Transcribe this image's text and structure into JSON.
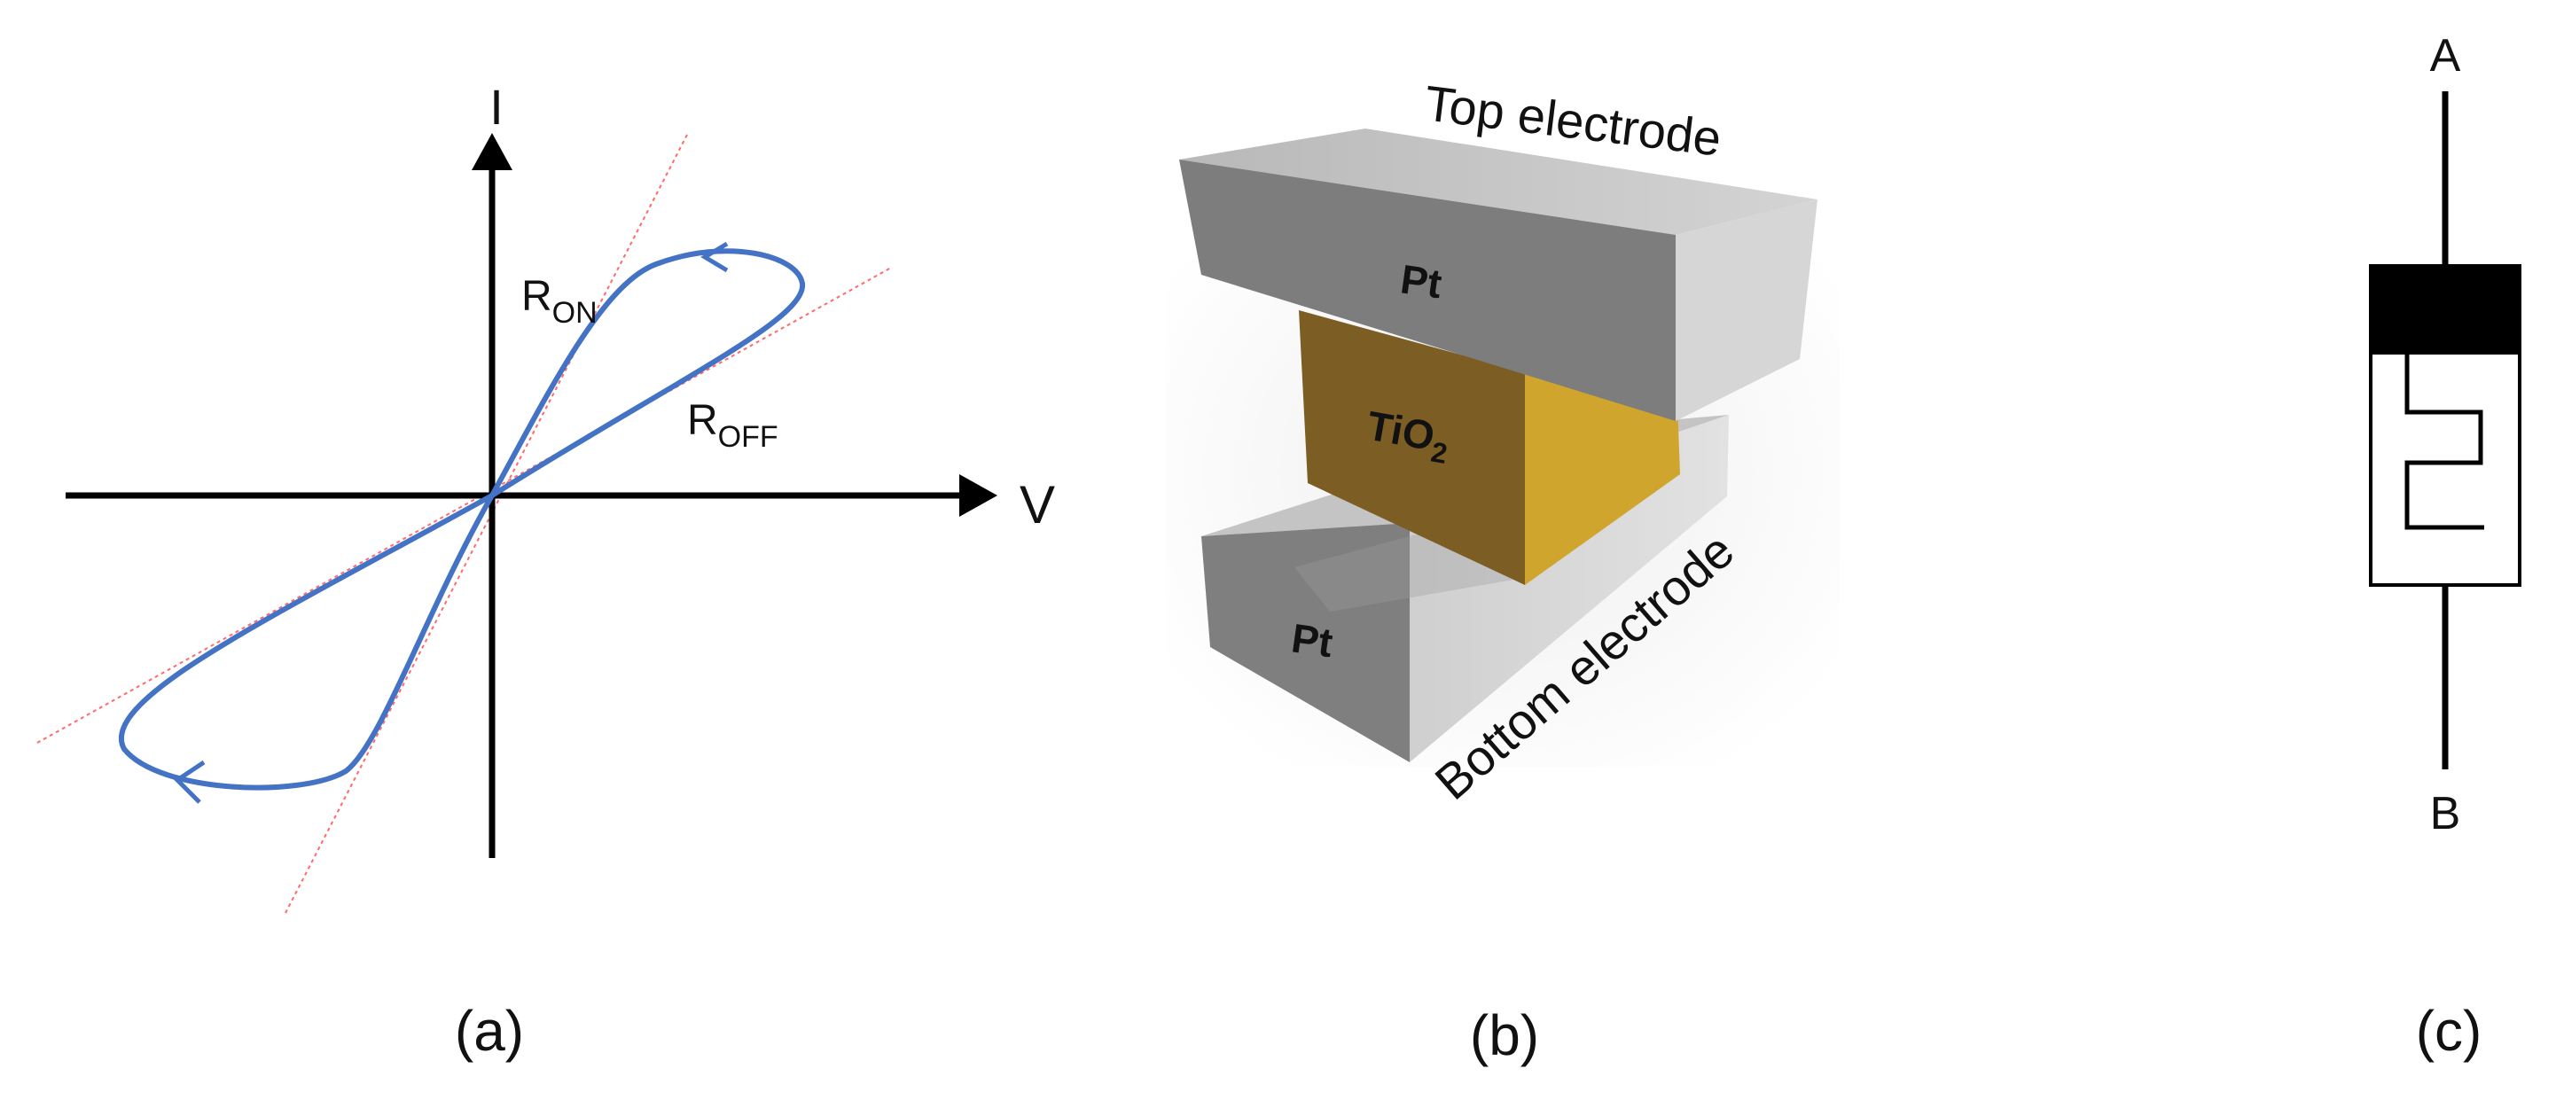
{
  "panel_a": {
    "caption": "(a)",
    "axis_x_label": "V",
    "axis_y_label": "I",
    "r_on": {
      "main": "R",
      "sub": "ON"
    },
    "r_off": {
      "main": "R",
      "sub": "OFF"
    },
    "colors": {
      "loop": "#4472C4",
      "asymptote": "#FF6B6B",
      "axes": "#000000"
    }
  },
  "panel_b": {
    "caption": "(b)",
    "top_electrode_label": "Top electrode",
    "bottom_electrode_label": "Bottom electrode",
    "top_material": "Pt",
    "bottom_material": "Pt",
    "middle_material": {
      "main": "TiO",
      "sub": "2"
    },
    "colors": {
      "electrode": "#8a8a8a",
      "oxide": "#c9a02a"
    }
  },
  "panel_c": {
    "caption": "(c)",
    "terminal_top": "A",
    "terminal_bottom": "B"
  }
}
